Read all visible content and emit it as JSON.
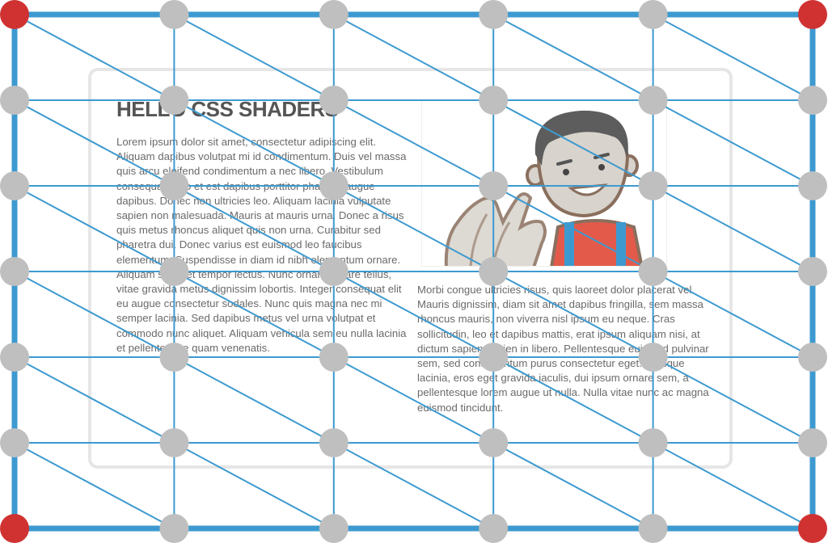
{
  "page": {
    "title": "HELLO CSS SHADERS",
    "paragraph_left": "Lorem ipsum dolor sit amet, consectetur adipiscing elit. Aliquam dapibus volutpat mi id condimentum. Duis vel massa quis arcu eleifend condimentum a nec libero. Vestibulum consequat justo et est dapibus porttitor pharetra augue dapibus. Donec non ultricies leo. Aliquam lacinia vulputate sapien non malesuada. Mauris at mauris urna. Donec a risus quis metus rhoncus aliquet quis non urna. Curabitur sed pharetra dui. Donec varius est euismod leo faucibus elementum. Suspendisse in diam id nibh elementum ornare. Aliquam sit amet tempor lectus. Nunc ornare ornare tellus, vitae gravida metus dignissim lobortis. Integer consequat elit eu augue consectetur sodales. Nunc quis magna nec mi semper lacinia. Sed dapibus metus vel urna volutpat et commodo nunc aliquet. Aliquam vehicula sem eu nulla lacinia et pellentesque quam venenatis.",
    "paragraph_right": "Morbi congue ultricies risus, quis laoreet dolor placerat vel. Mauris dignissim, diam sit amet dapibus fringilla, sem massa rhoncus mauris, non viverra nisl ipsum eu neque. Cras sollicitudin, leo et dapibus mattis, erat ipsum aliquam nisi, at dictum sapien sapien in libero. Pellentesque euismod pulvinar sem, sed condimentum purus consectetur eget. Quisque lacinia, eros eget gravida iaculis, dui ipsum ornare sem, a pellentesque lorem augue ut nulla. Nulla vitae nunc ac magna euismod tincidunt."
  },
  "mesh": {
    "columns": 6,
    "rows": 7,
    "colors": {
      "line": "#3d9ad0",
      "vertex": "#bfbfbf",
      "corner_vertex": "#d03232"
    }
  },
  "illustration": {
    "subject": "waving cartoon man",
    "colors": {
      "hair": "#5d5d5d",
      "skin": "#d8d3cc",
      "outline": "#8a6f5e",
      "shirt": "#e35a4a",
      "straps": "#3d9ad0"
    }
  }
}
